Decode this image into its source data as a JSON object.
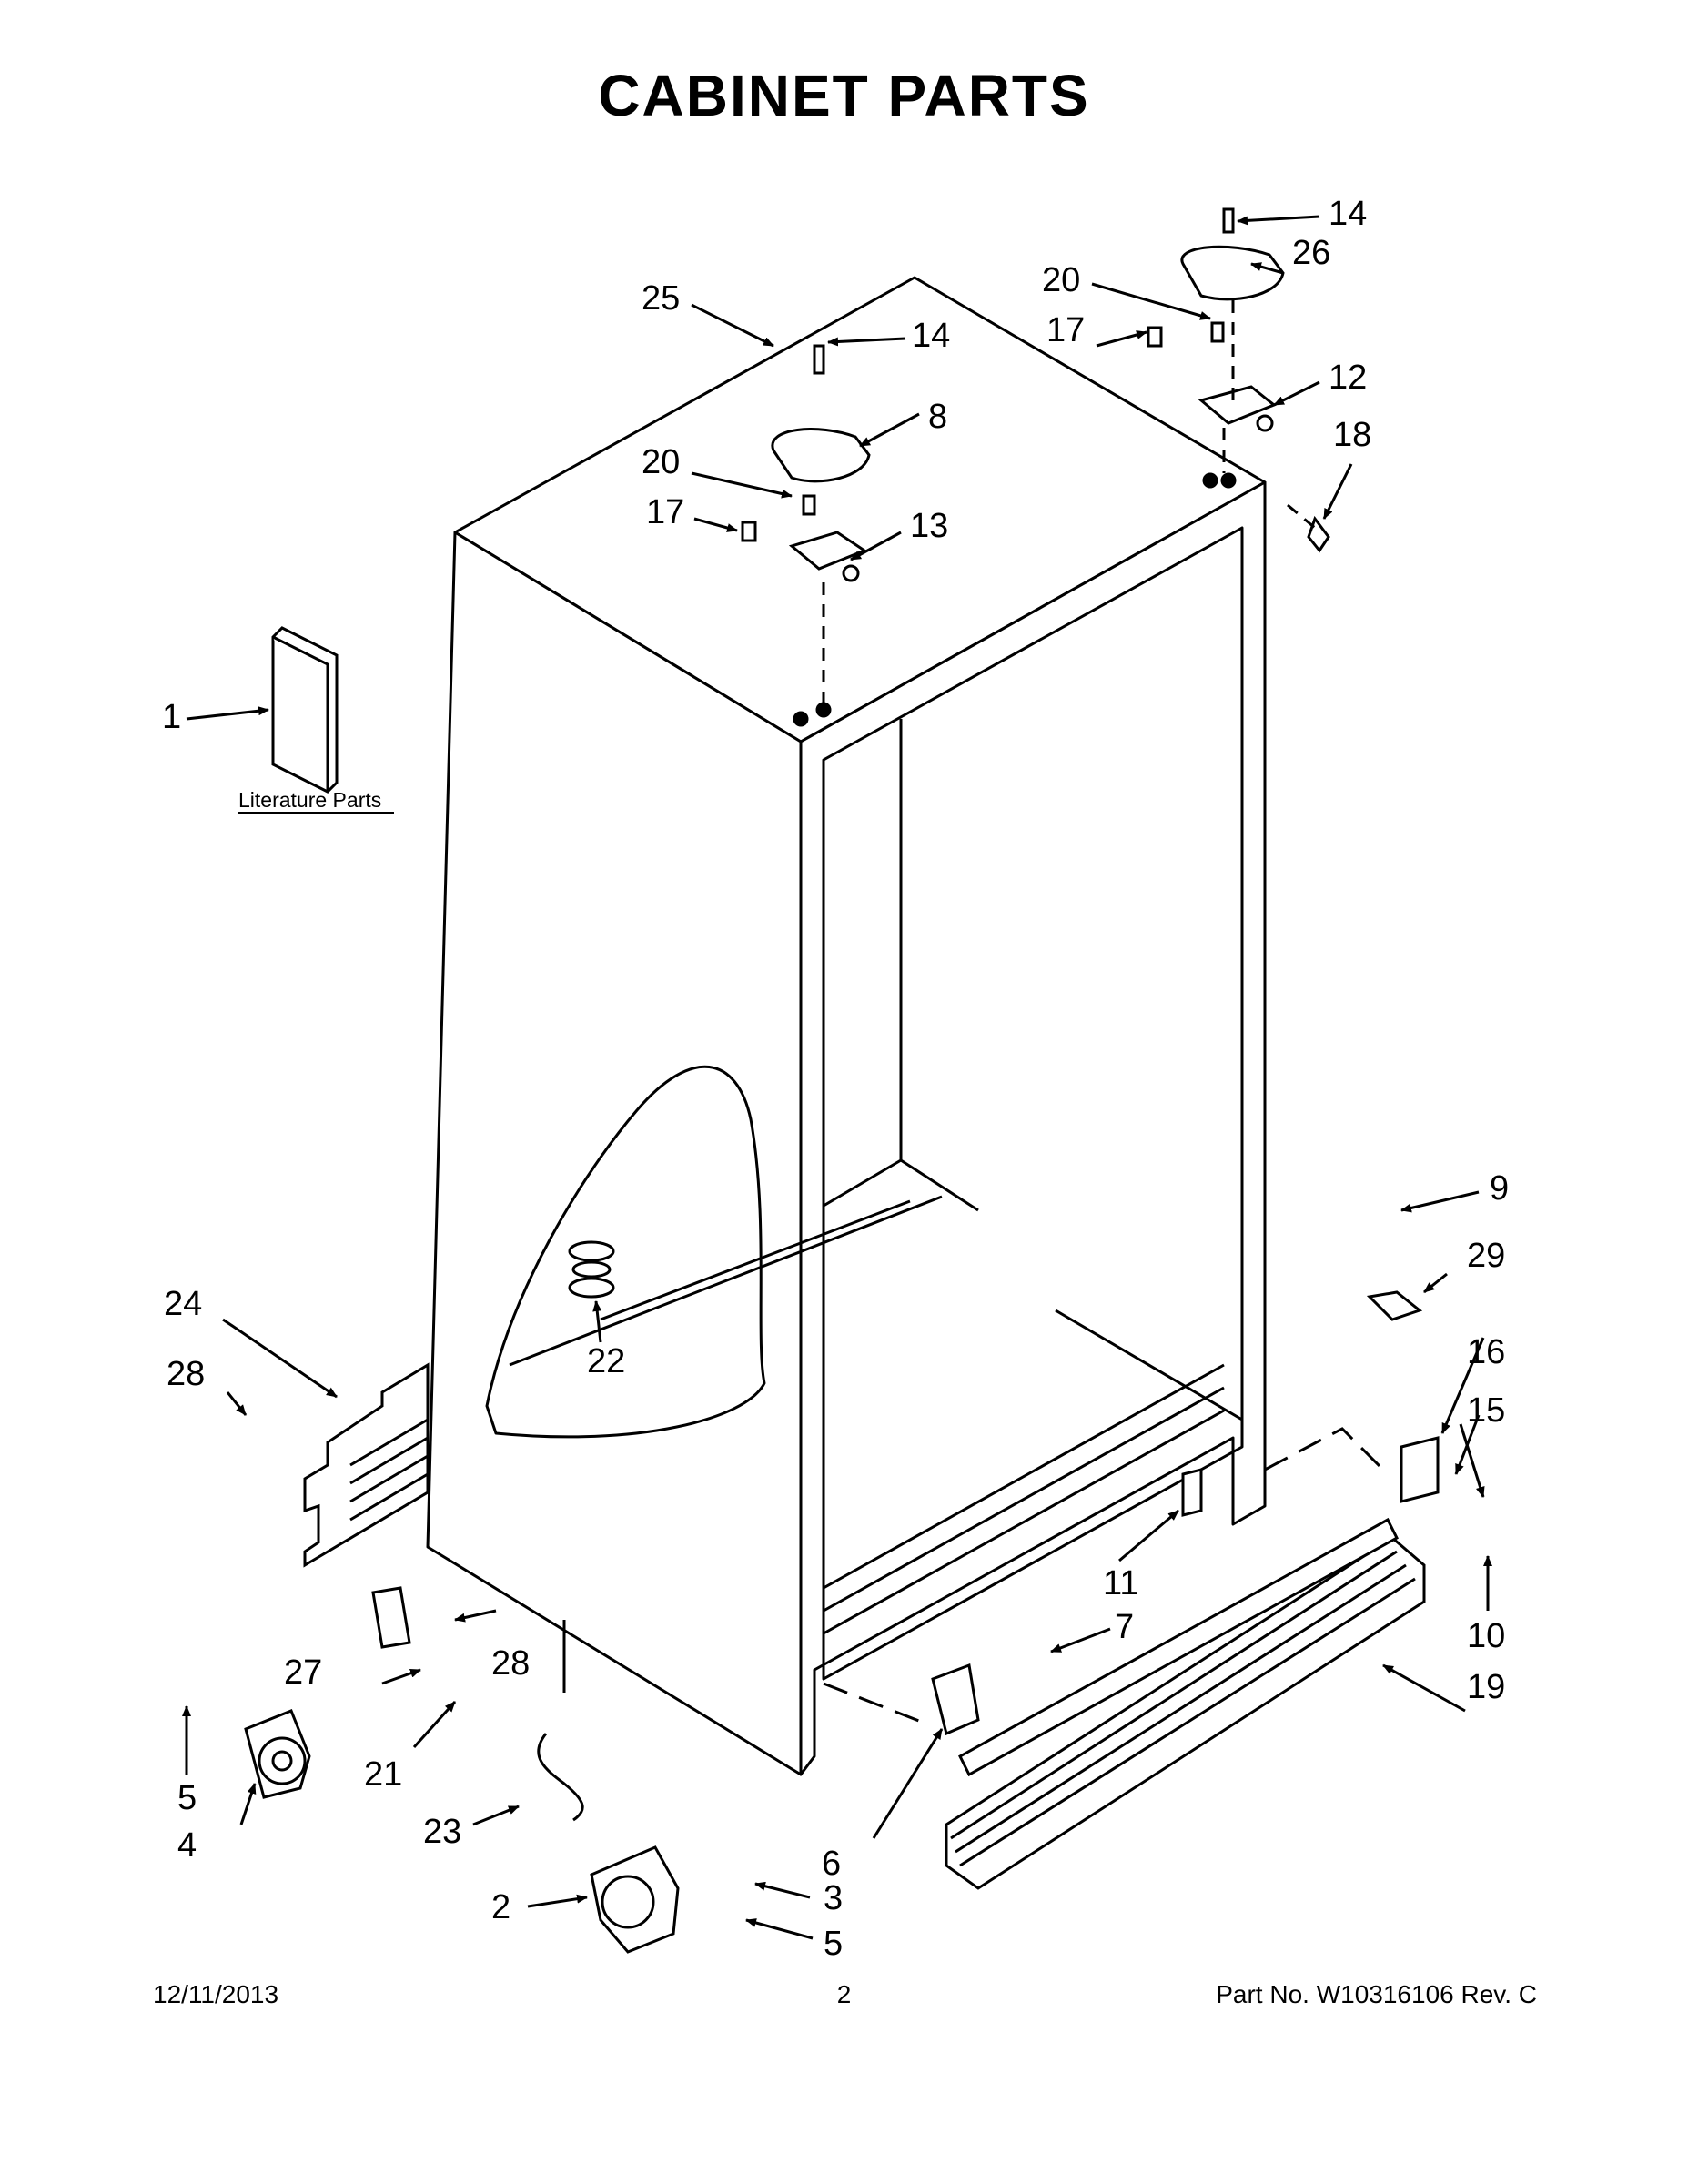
{
  "title": "CABINET PARTS",
  "literature_label": "Literature Parts",
  "callouts": {
    "c1": "1",
    "c2": "2",
    "c3": "3",
    "c4": "4",
    "c5a": "5",
    "c5b": "5",
    "c6": "6",
    "c7": "7",
    "c8": "8",
    "c9": "9",
    "c10": "10",
    "c11": "11",
    "c12": "12",
    "c13": "13",
    "c14a": "14",
    "c14b": "14",
    "c15": "15",
    "c16": "16",
    "c17a": "17",
    "c17b": "17",
    "c18": "18",
    "c19": "19",
    "c20a": "20",
    "c20b": "20",
    "c21": "21",
    "c22": "22",
    "c23": "23",
    "c24": "24",
    "c25": "25",
    "c26": "26",
    "c27": "27",
    "c28a": "28",
    "c28b": "28",
    "c29": "29"
  },
  "footer": {
    "date": "12/11/2013",
    "page": "2",
    "part_number": "Part No.  W10316106  Rev.  C"
  }
}
